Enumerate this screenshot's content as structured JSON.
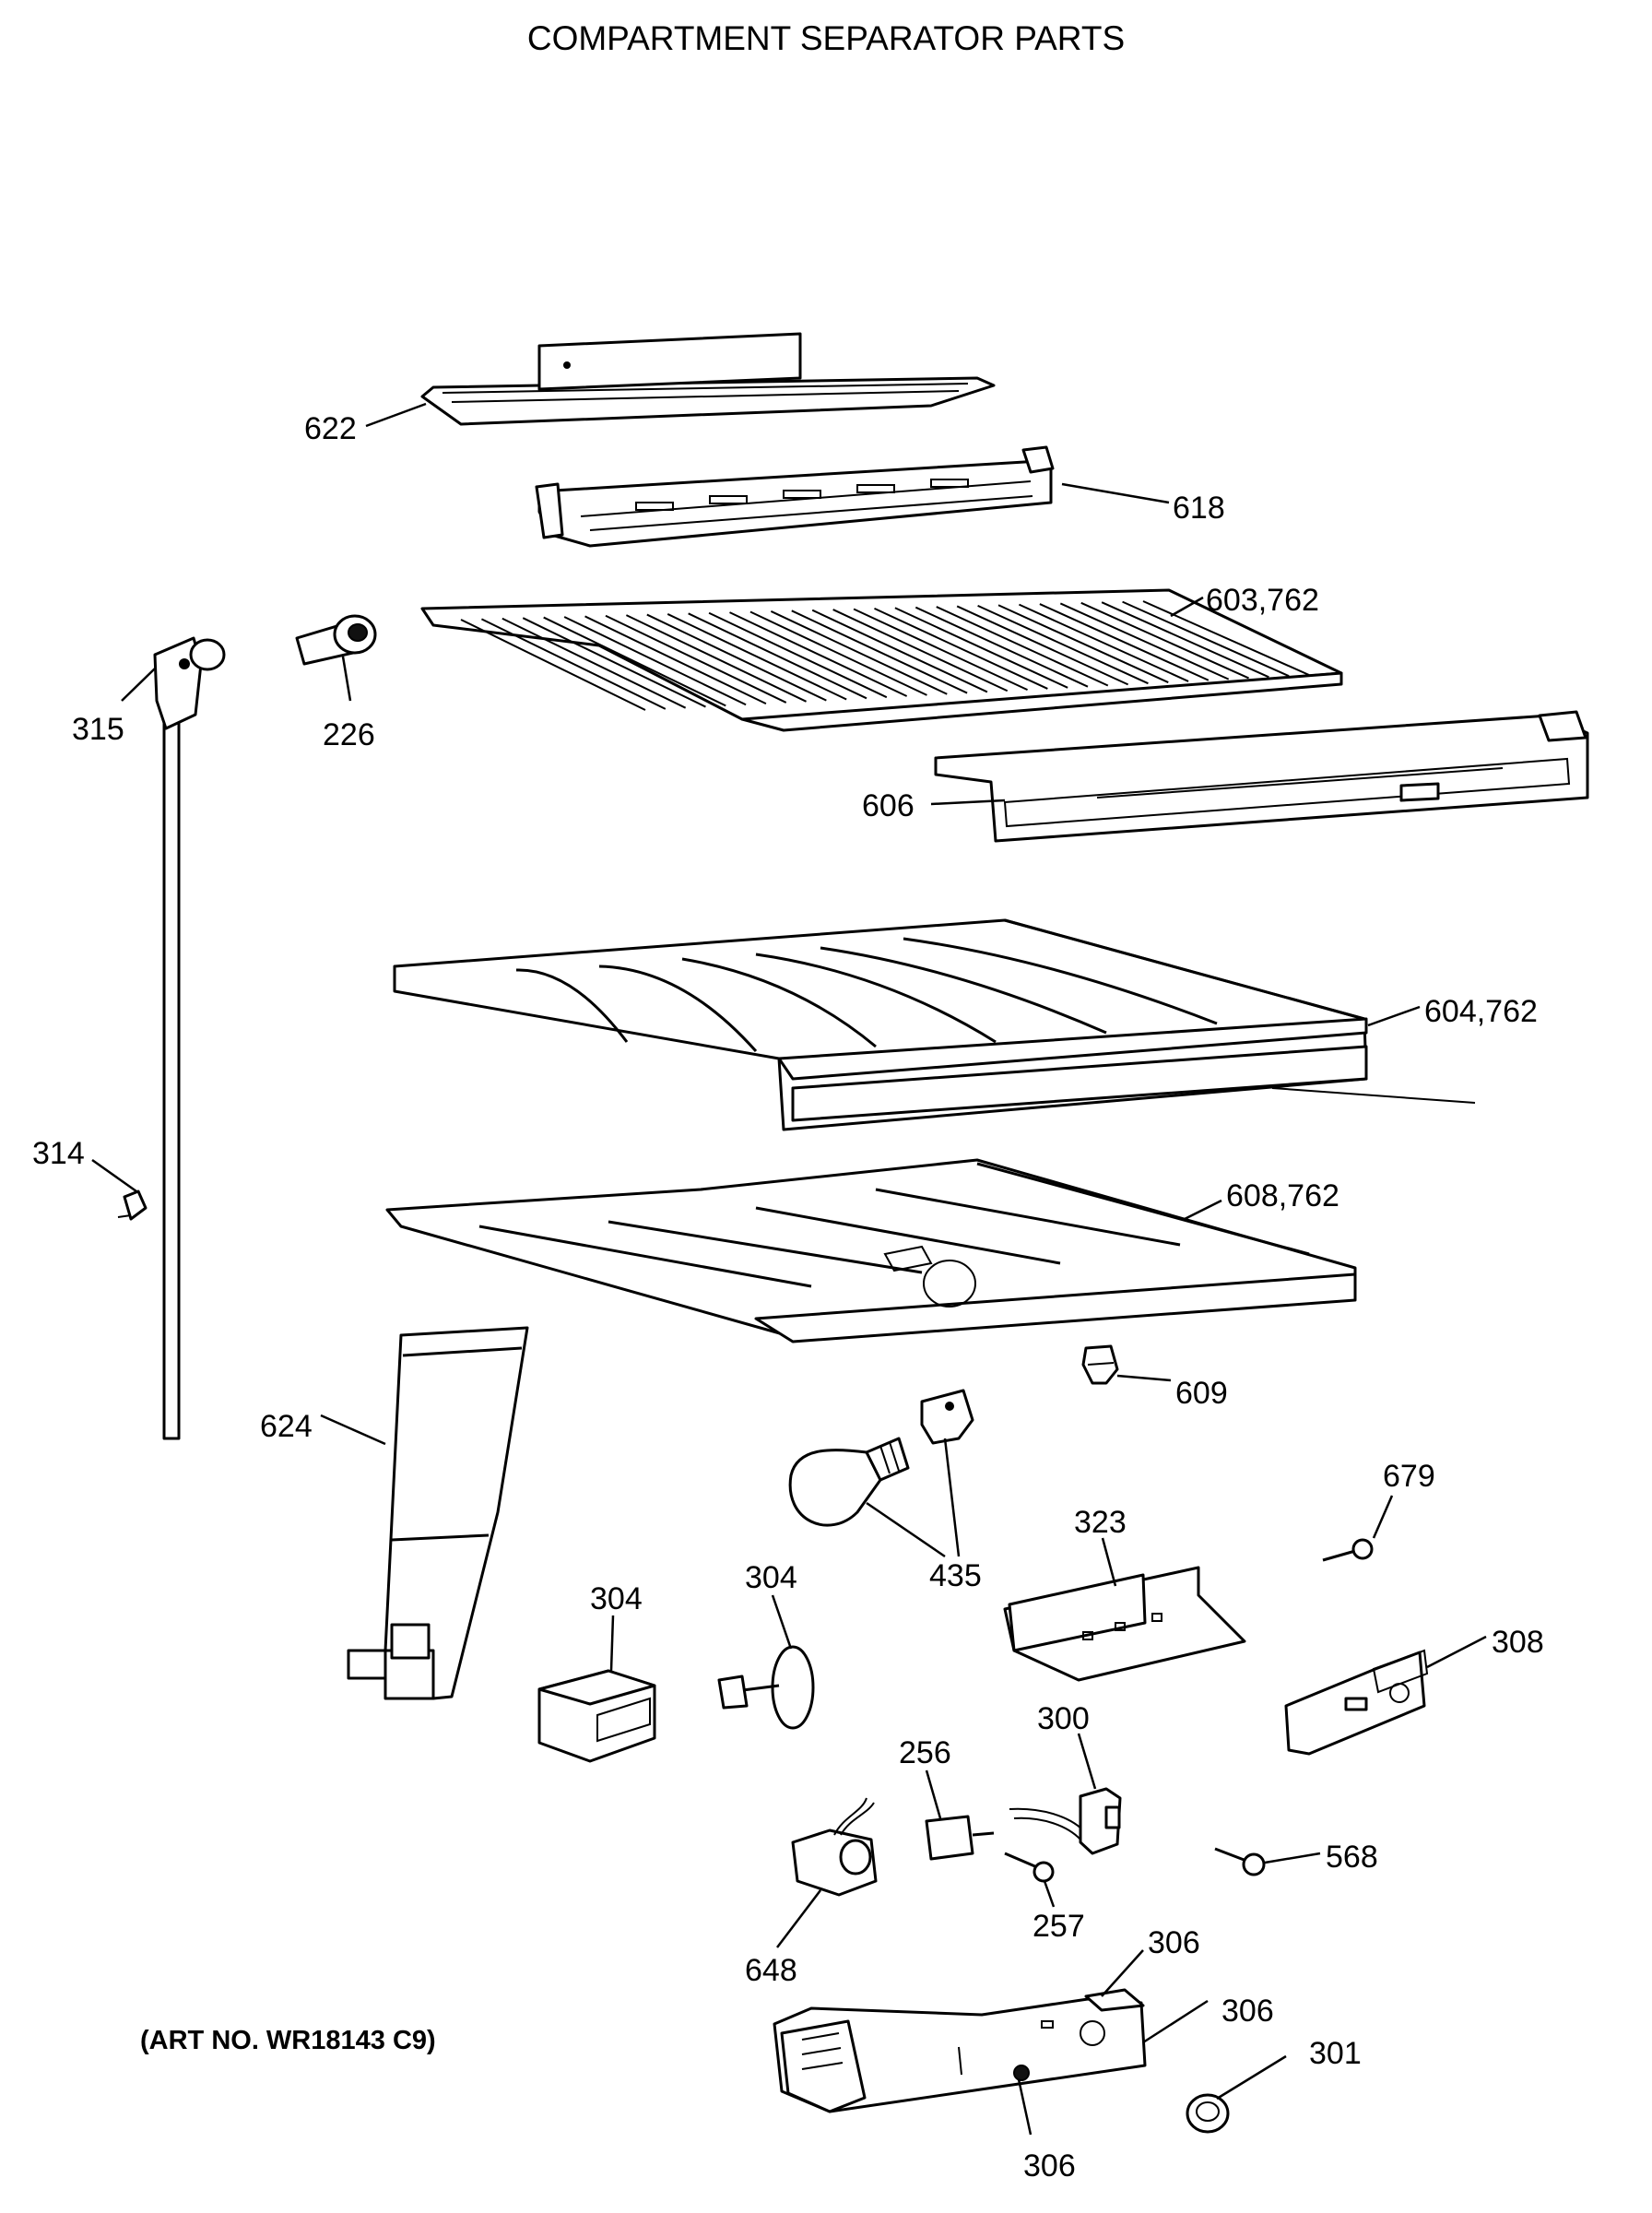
{
  "title": "COMPARTMENT SEPARATOR PARTS",
  "art_number": "(ART NO. WR18143 C9)",
  "callouts": {
    "c622": "622",
    "c618": "618",
    "c603": "603,762",
    "c315": "315",
    "c226": "226",
    "c606": "606",
    "c604": "604,762",
    "c314": "314",
    "c608": "608,762",
    "c609": "609",
    "c624": "624",
    "c679": "679",
    "c323": "323",
    "c435": "435",
    "c304a": "304",
    "c304b": "304",
    "c308": "308",
    "c256": "256",
    "c300": "300",
    "c568": "568",
    "c257": "257",
    "c648": "648",
    "c306a": "306",
    "c306b": "306",
    "c301": "301",
    "c306c": "306"
  }
}
